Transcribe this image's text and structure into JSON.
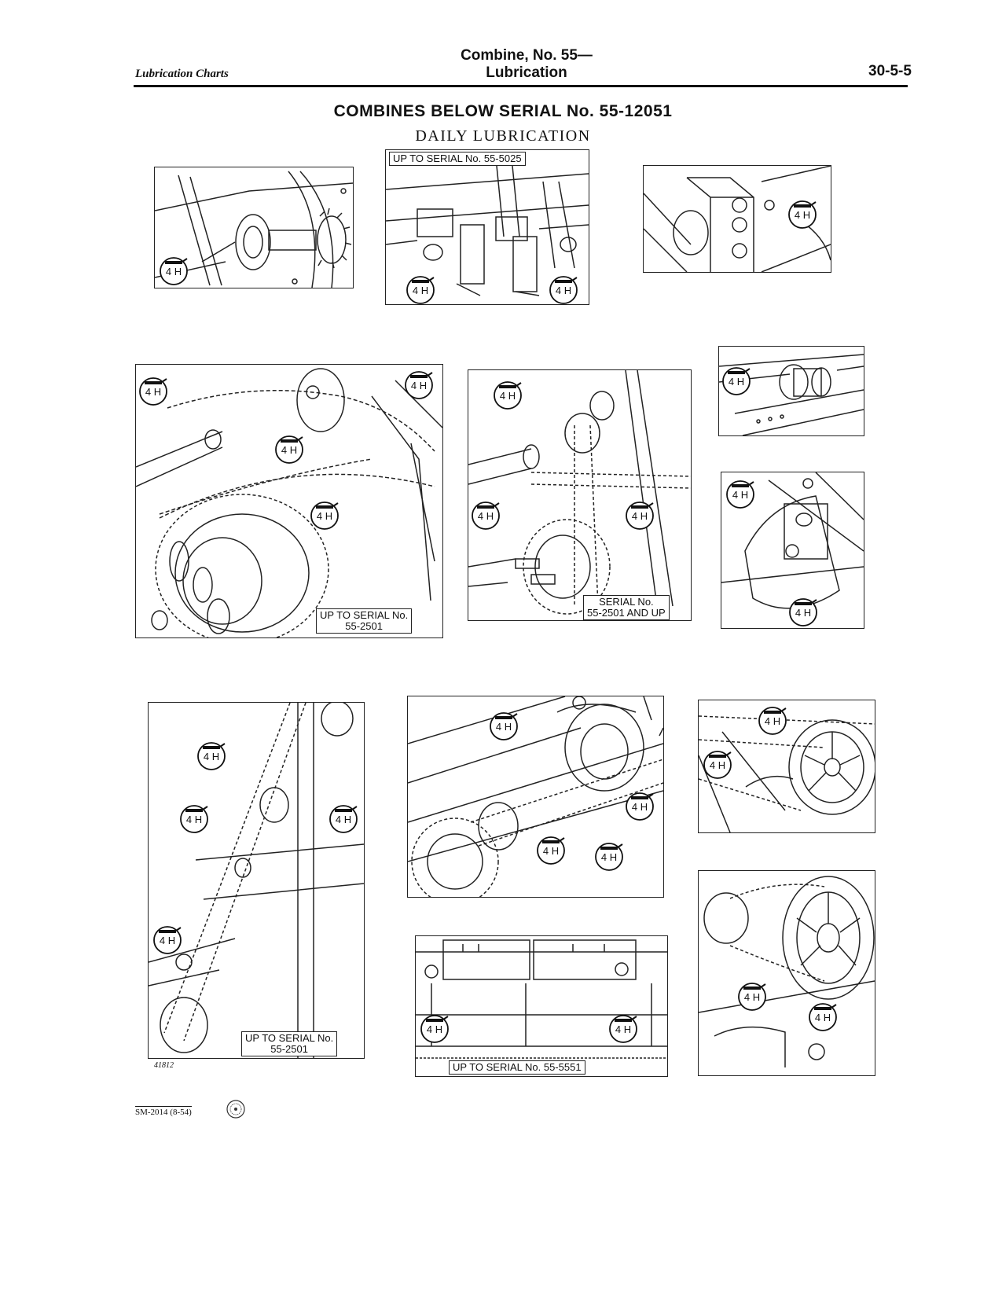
{
  "header": {
    "left": "Lubrication Charts",
    "center_line1": "Combine, No. 55—",
    "center_line2": "Lubrication",
    "right": "30-5-5"
  },
  "title": "COMBINES BELOW SERIAL No. 55-12051",
  "subtitle": "DAILY LUBRICATION",
  "lube_label": "4 H",
  "captions": {
    "c1": "UP TO SERIAL No. 55-5025",
    "c2_line1": "UP TO SERIAL No.",
    "c2_line2": "55-2501",
    "c3_line1": "SERIAL No.",
    "c3_line2": "55-2501 AND UP",
    "c4_line1": "UP TO SERIAL No.",
    "c4_line2": "55-2501",
    "c5": "UP TO SERIAL No. 55-5551"
  },
  "footer": {
    "figure_number": "41812",
    "code": "SM-2014 (8-54)"
  },
  "icons": [
    "oil-can-icon",
    "union-label-icon"
  ]
}
